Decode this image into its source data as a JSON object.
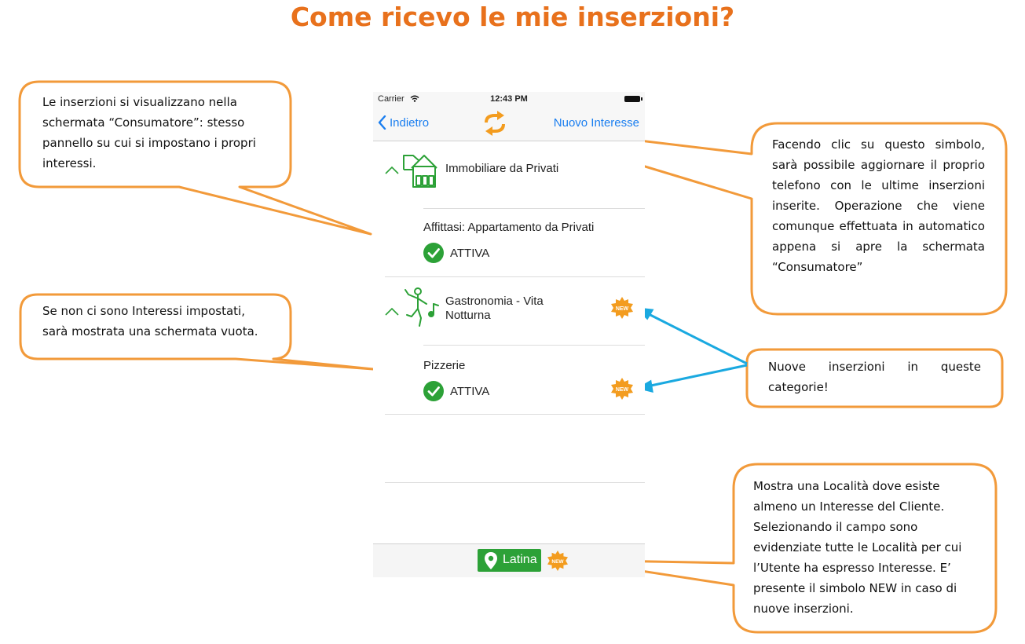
{
  "page": {
    "title": "Come ricevo le mie inserzioni?"
  },
  "callouts": {
    "consumatore": [
      "Le inserzioni si visualizzano nella",
      "schermata “Consumatore”: stesso",
      "pannello su cui si impostano i propri",
      "interessi."
    ],
    "empty": [
      "Se non ci sono Interessi impostati,",
      "sarà mostrata una schermata vuota."
    ],
    "refresh": [
      "Facendo clic su questo simbolo,",
      "sarà possibile aggiornare il proprio",
      "telefono con le ultime inserzioni",
      "inserite. Operazione che viene",
      "comunque effettuata in automatico",
      "appena si apre la schermata",
      "“Consumatore”"
    ],
    "new_items": [
      "Nuove inserzioni in queste",
      "categorie!"
    ],
    "location": [
      "Mostra una Località dove esiste",
      "almeno un Interesse del Cliente.",
      "Selezionando il campo sono",
      "evidenziate tutte le Località per cui",
      "l’Utente ha espresso Interesse. E’",
      "presente il simbolo NEW in caso di",
      "nuove inserzioni."
    ]
  },
  "phone": {
    "status_bar": {
      "carrier": "Carrier",
      "time": "12:43 PM"
    },
    "nav": {
      "back_label": "Indietro",
      "action_label": "Nuovo Interesse"
    },
    "categories": [
      {
        "name": "Immobiliare da Privati",
        "icon": "house-icon",
        "sub": {
          "label": "Affittasi: Appartamento da Privati",
          "status": "ATTIVA"
        }
      },
      {
        "name_lines": [
          "Gastronomia - Vita",
          "Notturna"
        ],
        "icon": "dancer-music-icon",
        "badge": "NEW",
        "sub": {
          "label": "Pizzerie",
          "status": "ATTIVA",
          "badge": "NEW"
        }
      }
    ],
    "location": {
      "label": "Latina",
      "badge": "NEW"
    }
  },
  "colors": {
    "accent": "#e8711c",
    "bubble_border": "#f29a3a",
    "ios_blue": "#1a7ef0",
    "green": "#2ca137",
    "arrow_blue": "#1aa9e0"
  }
}
